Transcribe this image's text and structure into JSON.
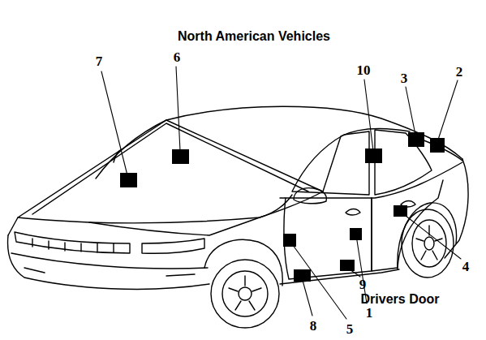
{
  "diagram": {
    "title": "North American Vehicles",
    "labels": [
      "7",
      "6",
      "10",
      "3",
      "2",
      "4",
      "9",
      "Drivers Door",
      "1",
      "8",
      "5"
    ]
  }
}
